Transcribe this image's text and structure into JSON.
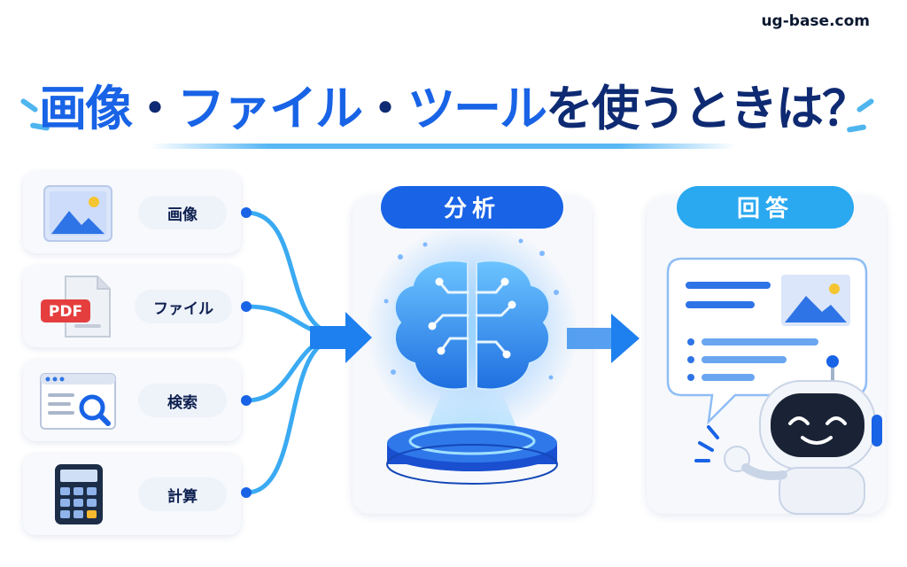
{
  "site": "ug-base.com",
  "title": {
    "part1": "画像",
    "dot1": "・",
    "part2": "ファイル",
    "dot2": "・",
    "part3": "ツール",
    "part4": "を使うときは？"
  },
  "inputs": [
    {
      "label": "画像",
      "icon": "image-icon"
    },
    {
      "label": "ファイル",
      "icon": "pdf-file-icon",
      "badge": "PDF"
    },
    {
      "label": "検索",
      "icon": "web-search-icon"
    },
    {
      "label": "計算",
      "icon": "calculator-icon"
    }
  ],
  "analyze": {
    "label": "分析",
    "icon": "ai-brain-icon"
  },
  "answer": {
    "label": "回答",
    "icon": "robot-chat-icon"
  },
  "colors": {
    "primary": "#1863e6",
    "accent": "#2aa8f0",
    "navy": "#0e2a72"
  }
}
